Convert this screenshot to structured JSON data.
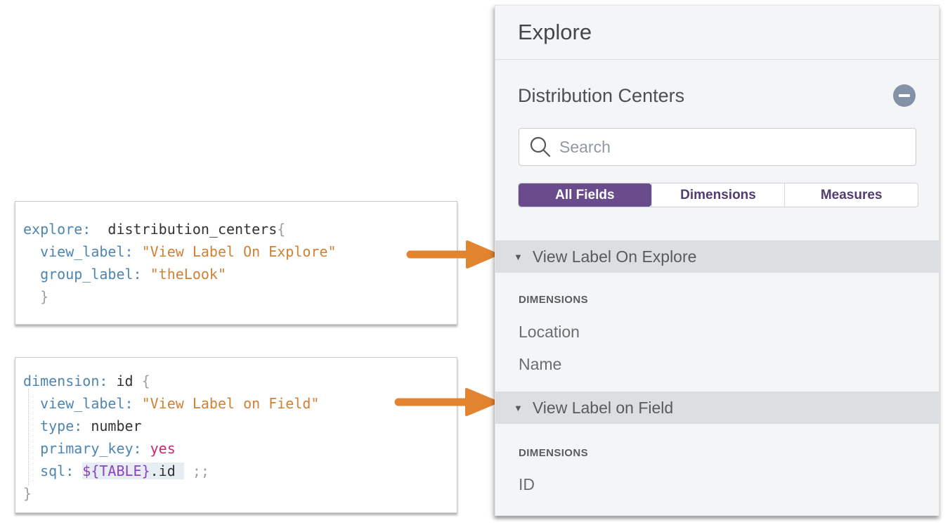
{
  "colors": {
    "accent_purple": "#6a4c8d",
    "tab_text_purple": "#503e71",
    "arrow_orange": "#e2842f",
    "section_header_bg": "#dcdfe2",
    "minus_icon_bg": "#8392a7",
    "code_keyword_blue": "#4d86b3",
    "code_string_orange": "#cf8136",
    "code_value_pink": "#c42a75",
    "code_table_purple": "#8d41c6",
    "code_highlight_bg": "#e7eef3"
  },
  "code_blocks": [
    {
      "name": "explore-lookml-snippet",
      "lines": [
        [
          {
            "t": "explore:",
            "c": "kw"
          },
          {
            "t": "  distribution_centers",
            "c": "plain"
          },
          {
            "t": "{",
            "c": "brace"
          }
        ],
        [
          {
            "t": "  view_label:",
            "c": "kw"
          },
          {
            "t": " ",
            "c": "plain"
          },
          {
            "t": "\"View Label On Explore\"",
            "c": "str"
          }
        ],
        [
          {
            "t": "  group_label:",
            "c": "kw"
          },
          {
            "t": " ",
            "c": "plain"
          },
          {
            "t": "\"theLook\"",
            "c": "str"
          }
        ],
        [
          {
            "t": "  }",
            "c": "brace"
          }
        ]
      ]
    },
    {
      "name": "dimension-lookml-snippet",
      "lines": [
        [
          {
            "t": "dimension:",
            "c": "kw"
          },
          {
            "t": " id ",
            "c": "plain"
          },
          {
            "t": "{",
            "c": "brace"
          }
        ],
        [
          {
            "t": "  view_label:",
            "c": "kw"
          },
          {
            "t": " ",
            "c": "plain"
          },
          {
            "t": "\"View Label on Field\"",
            "c": "str"
          }
        ],
        [
          {
            "t": "  type:",
            "c": "kw"
          },
          {
            "t": " number",
            "c": "plain"
          }
        ],
        [
          {
            "t": "  primary_key:",
            "c": "kw"
          },
          {
            "t": " ",
            "c": "plain"
          },
          {
            "t": "yes",
            "c": "pink"
          }
        ],
        [
          {
            "t": "  sql:",
            "c": "kw"
          },
          {
            "t": " ",
            "c": "plain"
          },
          {
            "t": "${TABLE}",
            "c": "purple hl"
          },
          {
            "t": ".id ",
            "c": "plain hl"
          },
          {
            "t": " ;;",
            "c": "brace"
          }
        ],
        [
          {
            "t": "}",
            "c": "brace"
          }
        ]
      ]
    }
  ],
  "panel": {
    "title": "Explore",
    "explore_name": "Distribution Centers",
    "search_placeholder": "Search",
    "tabs": [
      {
        "label": "All Fields",
        "active": true
      },
      {
        "label": "Dimensions",
        "active": false
      },
      {
        "label": "Measures",
        "active": false
      }
    ],
    "sections": [
      {
        "label": "View Label On Explore",
        "group_heading": "DIMENSIONS",
        "fields": [
          "Location",
          "Name"
        ]
      },
      {
        "label": "View Label on Field",
        "group_heading": "DIMENSIONS",
        "fields": [
          "ID"
        ]
      }
    ]
  }
}
